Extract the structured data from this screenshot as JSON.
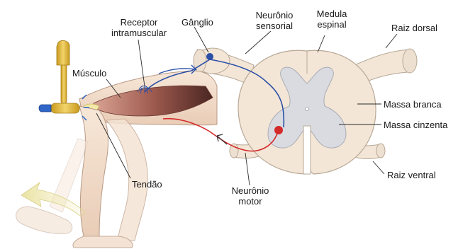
{
  "labels": {
    "receptor_line1": "Receptor",
    "receptor_line2": "intramuscular",
    "ganglio": "Gânglio",
    "neuronio_sensorial_line1": "Neurônio",
    "neuronio_sensorial_line2": "sensorial",
    "medula_line1": "Medula",
    "medula_line2": "espinal",
    "raiz_dorsal": "Raiz dorsal",
    "musculo": "Músculo",
    "massa_branca": "Massa branca",
    "massa_cinzenta": "Massa cinzenta",
    "raiz_ventral": "Raiz ventral",
    "tendao": "Tendão",
    "neuronio_motor_line1": "Neurônio",
    "neuronio_motor_line2": "motor"
  },
  "colors": {
    "white_matter": "#f3e6d6",
    "gray_matter": "#d9dbe0",
    "sensory_neuron": "#2b4fa6",
    "motor_neuron": "#d42a2a",
    "muscle": "#b97b6e",
    "skin": "#f5e2d2",
    "hammer": "#e2b93b"
  }
}
